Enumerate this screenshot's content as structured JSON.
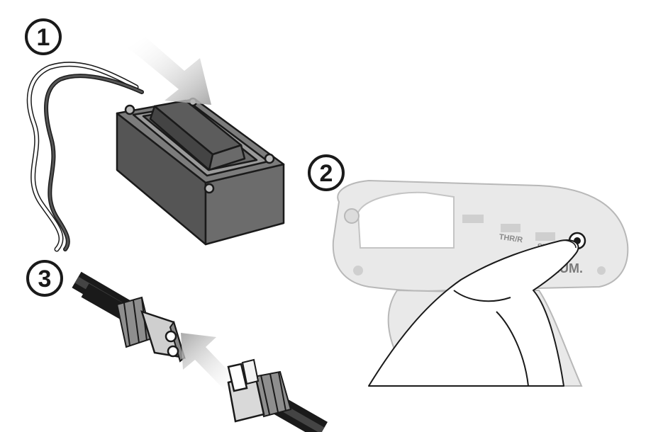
{
  "steps": [
    {
      "number": "1",
      "subject": "receiver-switch"
    },
    {
      "number": "2",
      "subject": "transmitter-power-button"
    },
    {
      "number": "3",
      "subject": "battery-connector"
    }
  ],
  "transmitter": {
    "label_a": "THR/R",
    "label_b": "ST",
    "brand_fragment": "LUM."
  },
  "colors": {
    "ink": "#1a1a1a",
    "panel_gray": "#e9e9e9",
    "box_dark": "#555555",
    "box_mid": "#7c7c7c",
    "arrow_gray": "#b5b5b5",
    "cable_black": "#222222"
  }
}
